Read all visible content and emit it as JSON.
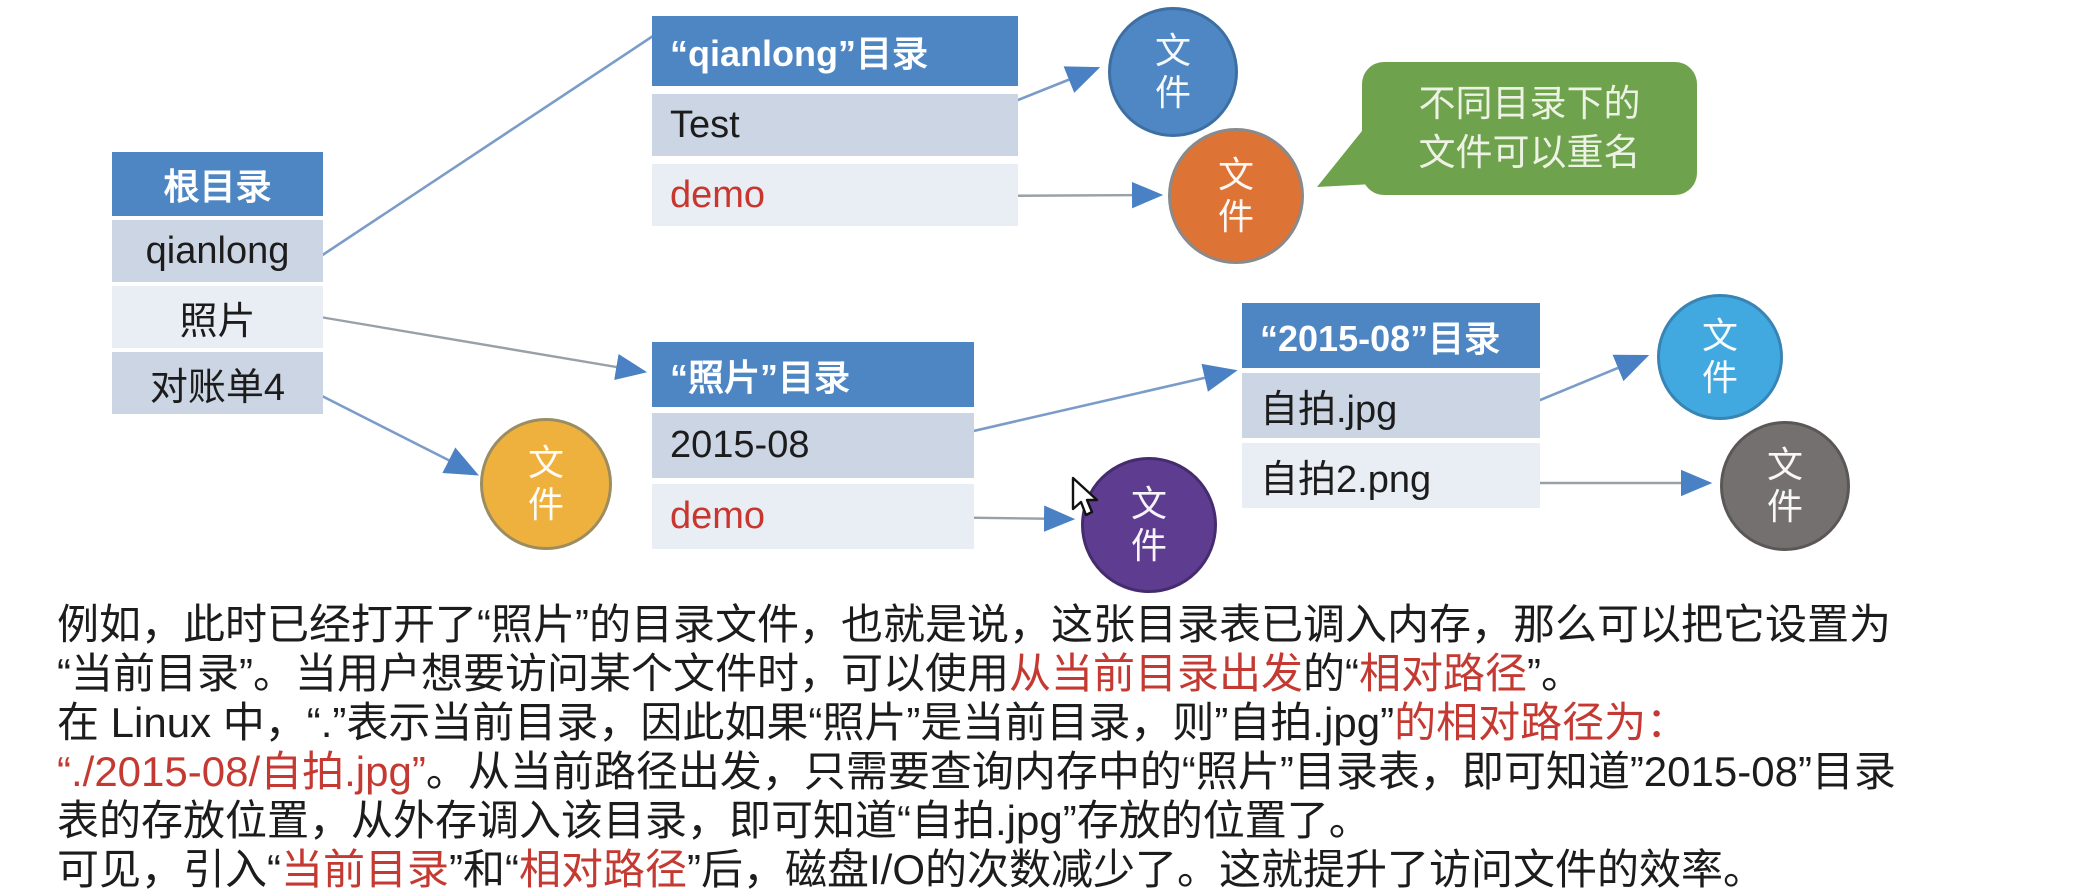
{
  "colors": {
    "table_header_blue": "#4e86c4",
    "row_dark": "#ccd5e3",
    "row_light": "#e9edf4",
    "highlight_red": "#c43a32",
    "callout_green": "#6fa24c",
    "circle_blue": "#4e87c4",
    "circle_orange": "#dd7335",
    "circle_yellow": "#efb13e",
    "circle_purple": "#5e3d90",
    "circle_lightblue": "#41a9e0",
    "circle_gray": "#757070"
  },
  "diagram": {
    "tables": {
      "root": {
        "title": "根目录",
        "rows": [
          "qianlong",
          "照片",
          "对账单4"
        ]
      },
      "qianlong": {
        "title": "“qianlong”目录",
        "rows": [
          "Test",
          "demo"
        ]
      },
      "zhaopian": {
        "title": "“照片”目录",
        "rows": [
          "2015-08",
          "demo"
        ]
      },
      "y2015": {
        "title": "“2015-08”目录",
        "rows": [
          "自拍.jpg",
          "自拍2.png"
        ]
      }
    },
    "circles": {
      "blue": {
        "label": "文件",
        "color": "#4e87c4"
      },
      "orange": {
        "label": "文件",
        "color": "#dd7335"
      },
      "yellow": {
        "label": "文件",
        "color": "#efb13e"
      },
      "purple": {
        "label": "文件",
        "color": "#5e3d90"
      },
      "lightblue": {
        "label": "文件",
        "color": "#41a9e0"
      },
      "gray": {
        "label": "文件",
        "color": "#757070"
      }
    },
    "callout": {
      "text": "不同目录下的\n文件可以重名",
      "color": "#6fa24c"
    }
  },
  "paragraph": {
    "lines": [
      {
        "segs": [
          {
            "t": "例如，此时已经打开了“照片”的目录文件，也就是说，这张目录表已调入内存，那么可以把它设置为"
          }
        ]
      },
      {
        "segs": [
          {
            "t": "“当前目录”。当用户想要访问某个文件时，可以使用"
          },
          {
            "t": "从当前目录出发"
          },
          {
            "t": "的“"
          },
          {
            "t": "相对路径"
          },
          {
            "t": "”。"
          }
        ]
      },
      {
        "segs": [
          {
            "t": "在 Linux 中，“.”表示当前目录，因此如果“照片”是当前目录，则”自拍.jpg”"
          },
          {
            "t": "的相对路径为："
          }
        ]
      },
      {
        "segs": [
          {
            "t": "“./2015-08/自拍.jpg”"
          },
          {
            "t": "。从当前路径出发，只需要查询内存中的“照片”目录表，即可知道”2015-08”目录"
          }
        ]
      },
      {
        "segs": [
          {
            "t": "表的存放位置，从外存调入该目录，即可知道“自拍.jpg”存放的位置了。"
          }
        ]
      },
      {
        "segs": [
          {
            "t": "可见，引入“"
          },
          {
            "t": "当前目录"
          },
          {
            "t": "”和“"
          },
          {
            "t": "相对路径"
          },
          {
            "t": "”后，磁盘I/O的次数减少了。这就提升了访问文件的效率。"
          }
        ]
      }
    ]
  }
}
